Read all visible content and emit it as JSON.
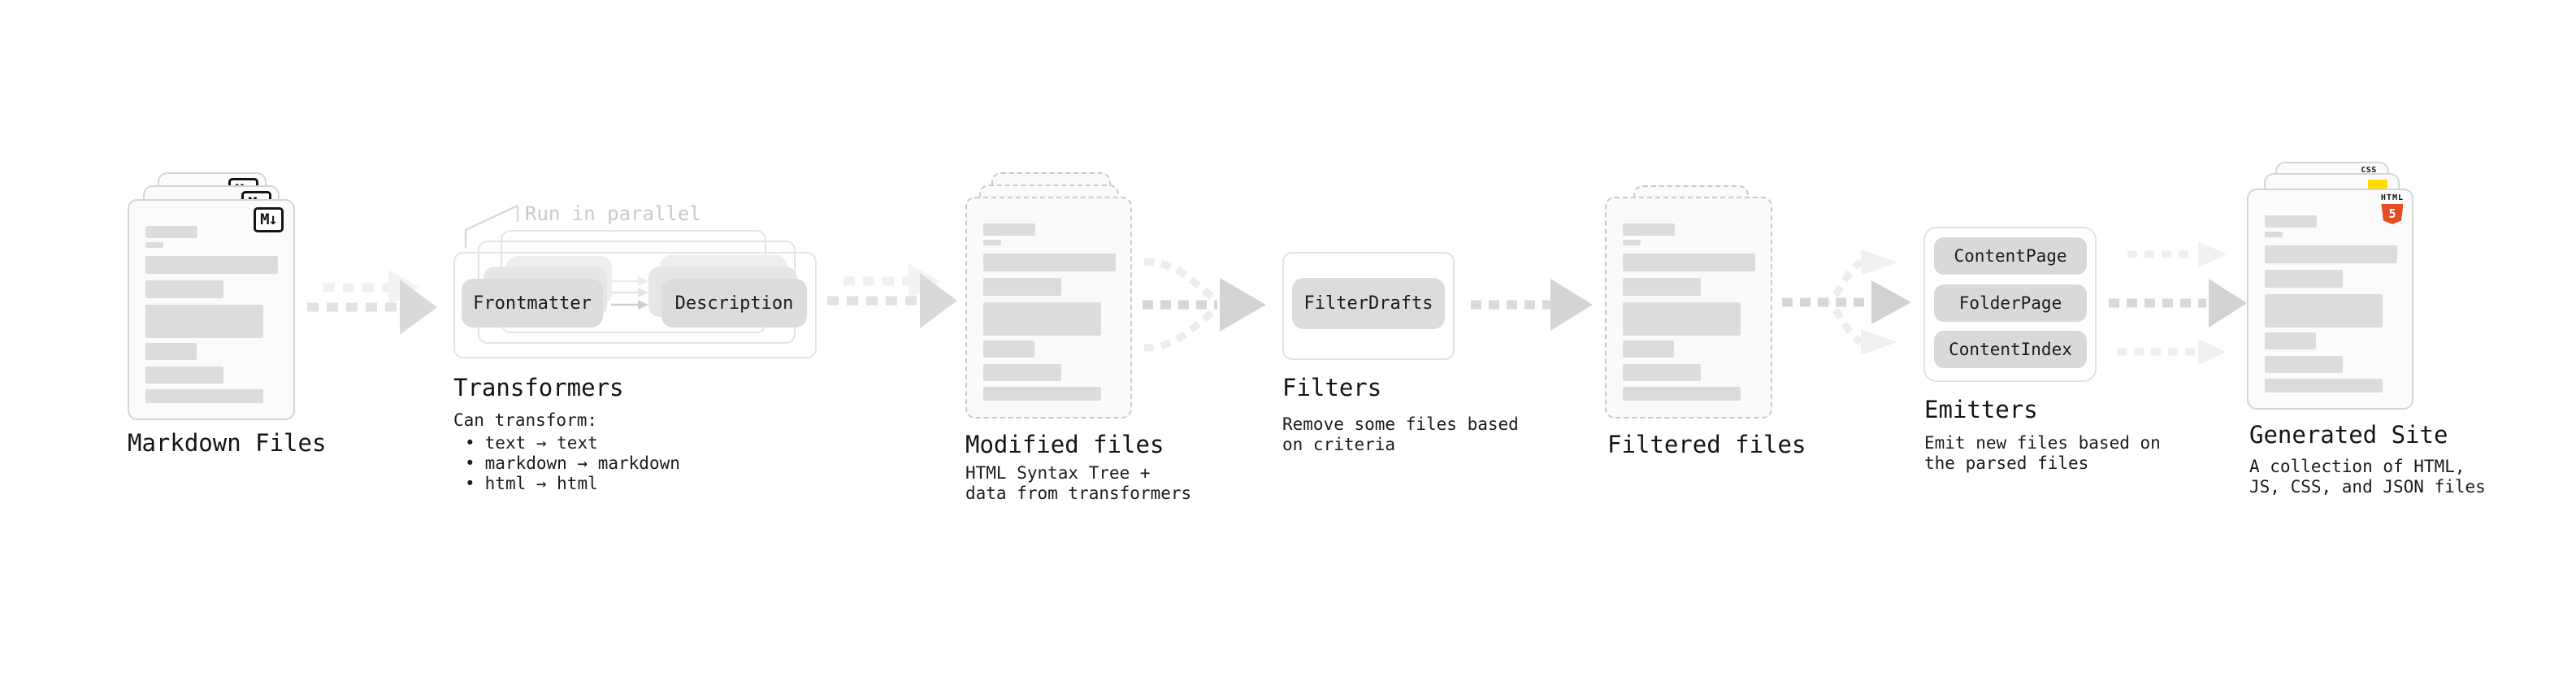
{
  "stages": {
    "markdown": {
      "title": "Markdown Files",
      "badge": "M↓"
    },
    "transformers": {
      "title": "Transformers",
      "note": "Run in parallel",
      "source_box": "Frontmatter",
      "target_box": "Description",
      "caption": "Can transform:",
      "bullet_char": "•",
      "bullets": [
        "text → text",
        "markdown → markdown",
        "html → html"
      ]
    },
    "modified": {
      "title": "Modified files",
      "subtitle_lines": [
        "HTML Syntax Tree +",
        "data from transformers"
      ]
    },
    "filters": {
      "title": "Filters",
      "box": "FilterDrafts",
      "subtitle_lines": [
        "Remove some files based",
        "on criteria"
      ]
    },
    "filtered": {
      "title": "Filtered files"
    },
    "emitters": {
      "title": "Emitters",
      "boxes": [
        "ContentPage",
        "FolderPage",
        "ContentIndex"
      ],
      "subtitle_lines": [
        "Emit new files based on",
        "the parsed files"
      ]
    },
    "generated": {
      "title": "Generated Site",
      "subtitle_lines": [
        "A collection of HTML,",
        "JS, CSS, and JSON files"
      ],
      "badge_css": "CSS",
      "badge_html_label": "HTML",
      "badge_html_number": "5"
    }
  },
  "colors": {
    "html5_orange": "#e44d26",
    "js_yellow": "#ffdd00",
    "css_blue": "#2d6fe0"
  }
}
